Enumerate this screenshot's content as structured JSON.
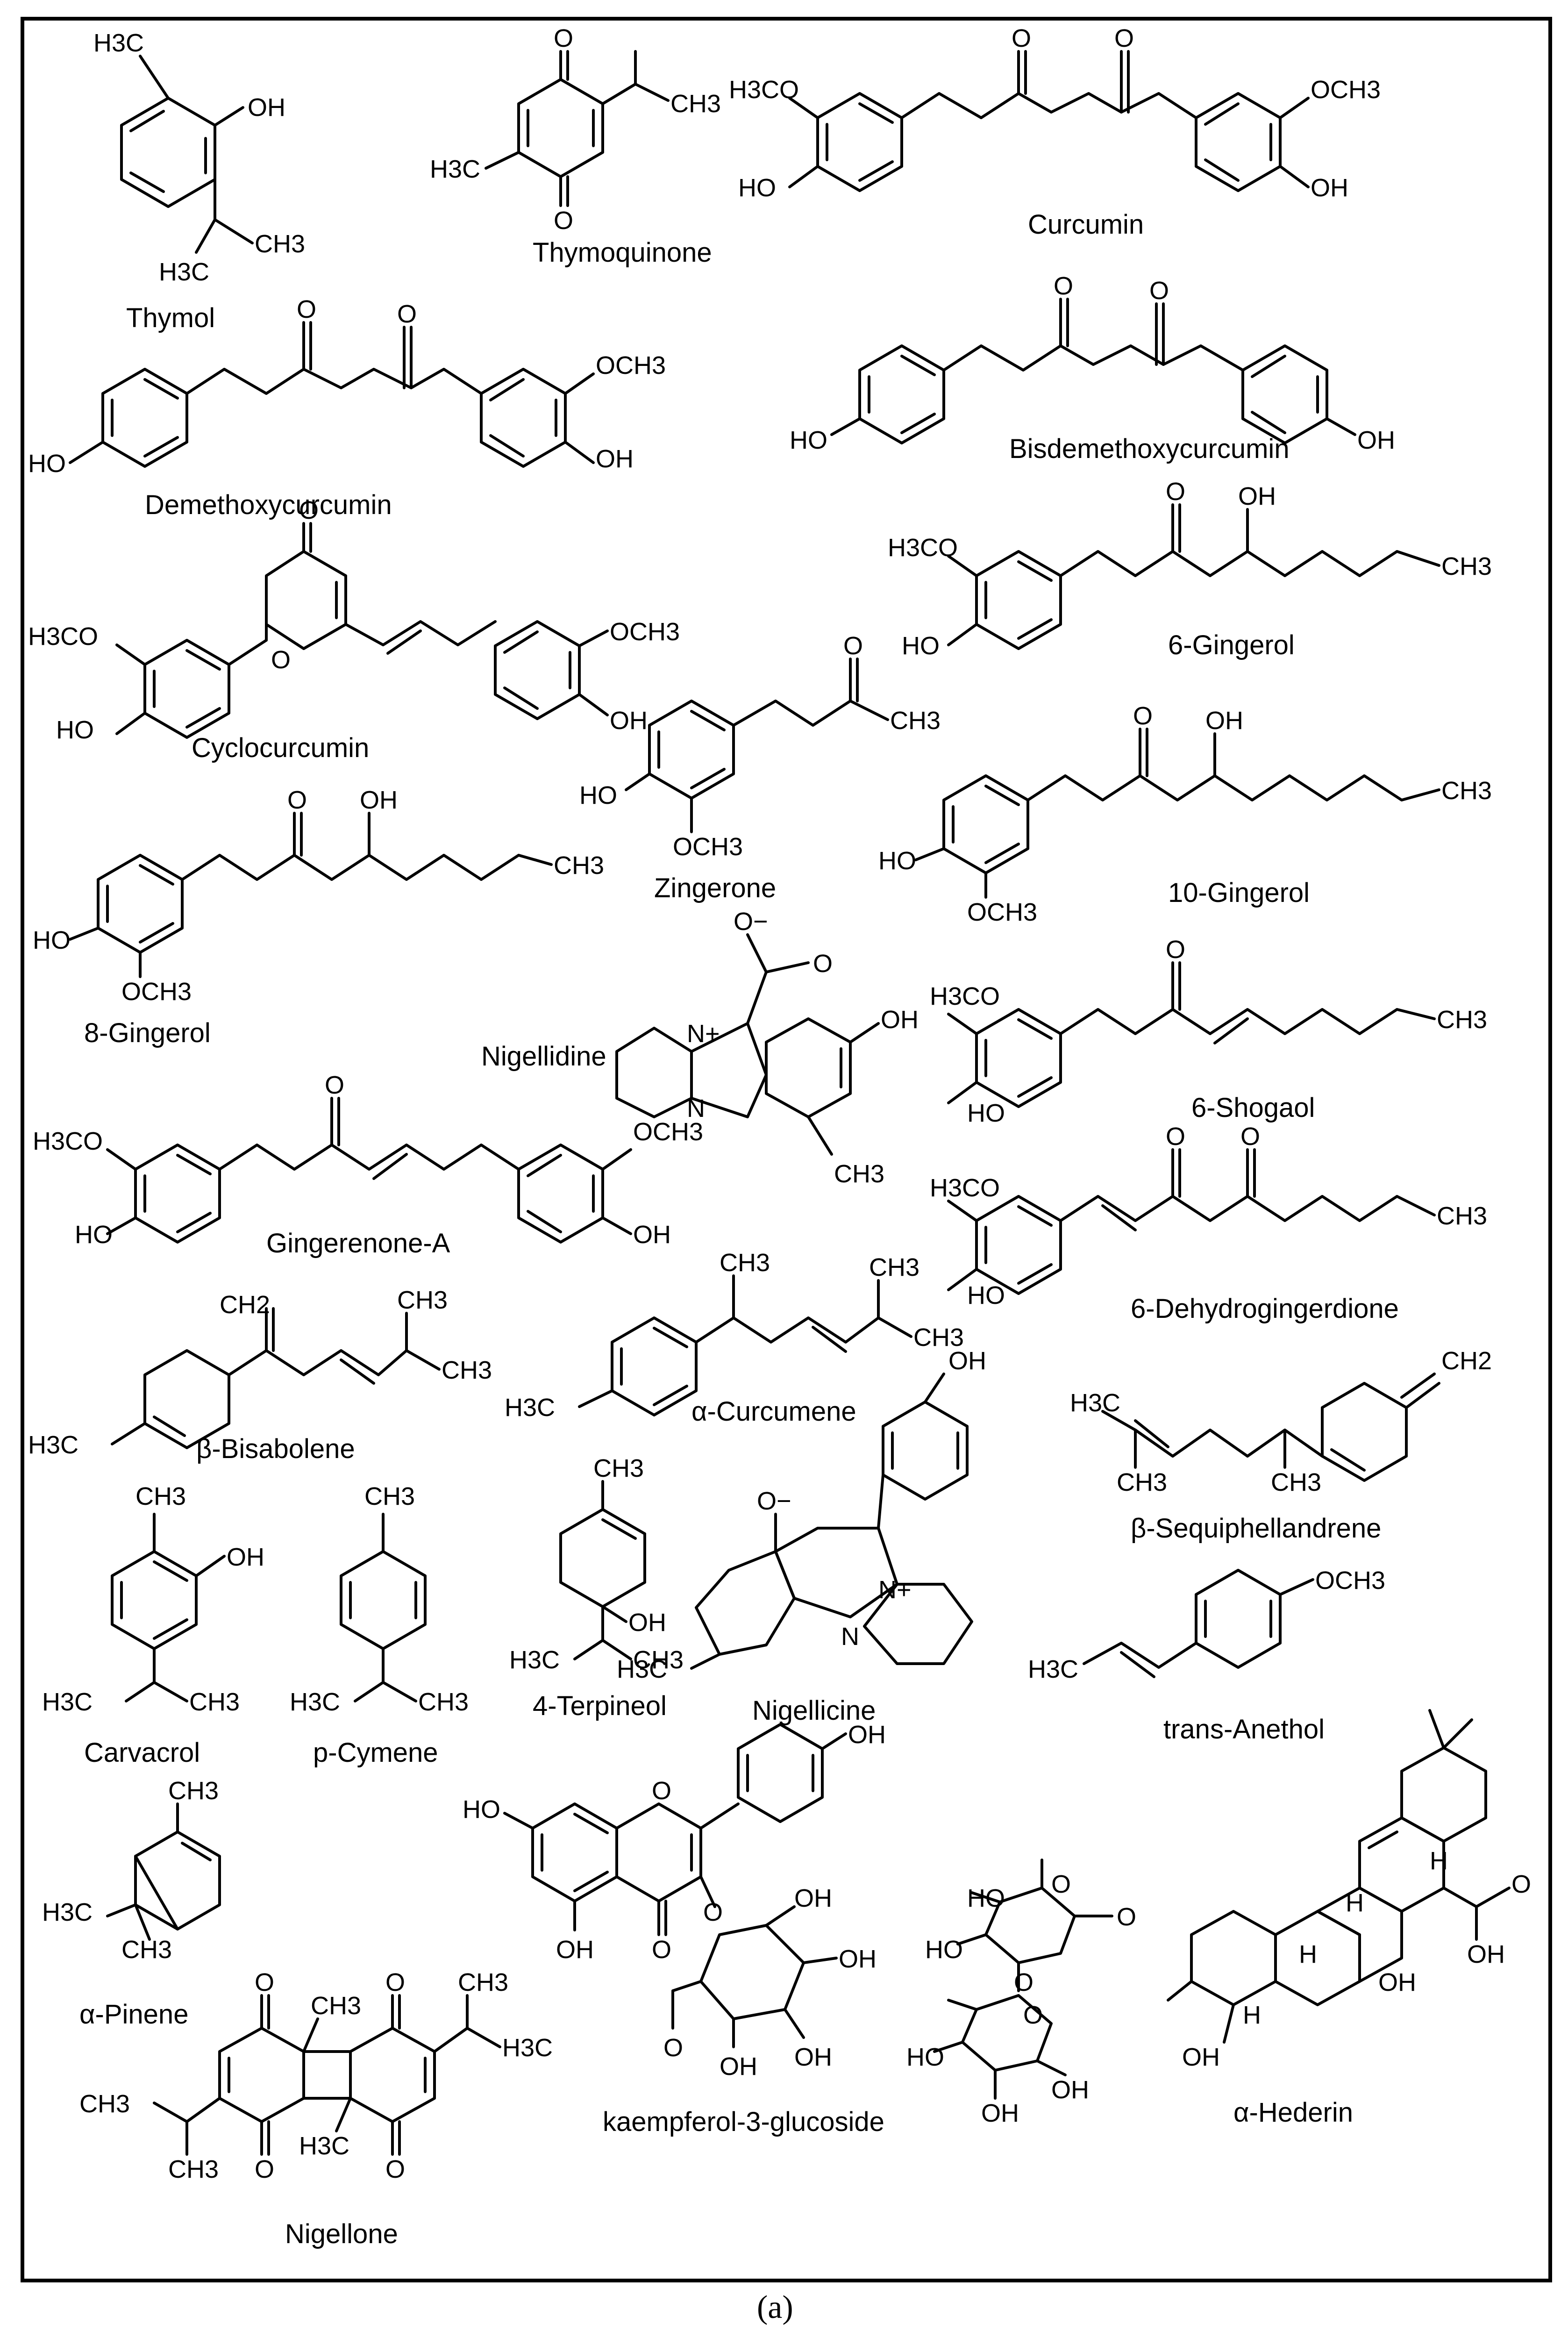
{
  "figure": {
    "panel_label": "(a)",
    "compounds": [
      {
        "name": "Thymol",
        "atoms": [
          "H3C",
          "OH",
          "CH3",
          "H3C"
        ]
      },
      {
        "name": "Thymoquinone",
        "atoms": [
          "O",
          "O",
          "CH3",
          "H3C"
        ]
      },
      {
        "name": "Curcumin",
        "atoms": [
          "H3CO",
          "HO",
          "O",
          "O",
          "OCH3",
          "OH"
        ]
      },
      {
        "name": "Demethoxycurcumin",
        "atoms": [
          "HO",
          "O",
          "O",
          "OCH3",
          "OH"
        ]
      },
      {
        "name": "Bisdemethoxycurcumin",
        "atoms": [
          "HO",
          "O",
          "O",
          "OH"
        ]
      },
      {
        "name": "6-Gingerol",
        "atoms": [
          "H3CO",
          "HO",
          "O",
          "OH",
          "CH3"
        ]
      },
      {
        "name": "Cyclocurcumin",
        "atoms": [
          "H3CO",
          "HO",
          "O",
          "O",
          "OCH3",
          "OH"
        ]
      },
      {
        "name": "Zingerone",
        "atoms": [
          "HO",
          "OCH3",
          "O",
          "CH3"
        ]
      },
      {
        "name": "10-Gingerol",
        "atoms": [
          "HO",
          "OCH3",
          "O",
          "OH",
          "CH3"
        ]
      },
      {
        "name": "8-Gingerol",
        "atoms": [
          "HO",
          "OCH3",
          "O",
          "OH",
          "CH3"
        ]
      },
      {
        "name": "Nigellidine",
        "atoms": [
          "O−",
          "O",
          "N+",
          "N",
          "OH",
          "CH3"
        ]
      },
      {
        "name": "6-Shogaol",
        "atoms": [
          "H3CO",
          "HO",
          "O",
          "CH3"
        ]
      },
      {
        "name": "Gingerenone-A",
        "atoms": [
          "H3CO",
          "HO",
          "O",
          "OCH3",
          "OH"
        ]
      },
      {
        "name": "6-Dehydrogingerdione",
        "atoms": [
          "H3CO",
          "HO",
          "O",
          "O",
          "CH3"
        ]
      },
      {
        "name": "β-Bisabolene",
        "atoms": [
          "CH2",
          "CH3",
          "CH3",
          "H3C"
        ]
      },
      {
        "name": "α-Curcumene",
        "atoms": [
          "CH3",
          "CH3",
          "CH3",
          "H3C"
        ]
      },
      {
        "name": "β-Sequiphellandrene",
        "atoms": [
          "H3C",
          "CH3",
          "CH3",
          "CH2"
        ]
      },
      {
        "name": "Carvacrol",
        "atoms": [
          "CH3",
          "OH",
          "H3C",
          "CH3"
        ]
      },
      {
        "name": "p-Cymene",
        "atoms": [
          "CH3",
          "H3C",
          "CH3"
        ]
      },
      {
        "name": "4-Terpineol",
        "atoms": [
          "CH3",
          "OH",
          "H3C",
          "CH3"
        ]
      },
      {
        "name": "Nigellicine",
        "atoms": [
          "OH",
          "O−",
          "N+",
          "N",
          "H3C"
        ]
      },
      {
        "name": "trans-Anethol",
        "atoms": [
          "OCH3",
          "H3C"
        ]
      },
      {
        "name": "α-Pinene",
        "atoms": [
          "CH3",
          "H3C",
          "CH3"
        ]
      },
      {
        "name": "kaempferol-3-glucoside",
        "atoms": [
          "HO",
          "O",
          "OH",
          "OH",
          "O",
          "O",
          "OH",
          "OH",
          "OH",
          "OH",
          "O"
        ]
      },
      {
        "name": "α-Hederin",
        "atoms": [
          "HO",
          "O",
          "HO",
          "O",
          "O",
          "HO",
          "O",
          "OH",
          "OH",
          "OH",
          "OH",
          "H",
          "H",
          "H",
          "H",
          "O",
          "OH"
        ]
      },
      {
        "name": "Nigellone",
        "atoms": [
          "O",
          "CH3",
          "O",
          "CH3",
          "H3C",
          "CH3",
          "O",
          "H3C",
          "O"
        ]
      }
    ]
  }
}
